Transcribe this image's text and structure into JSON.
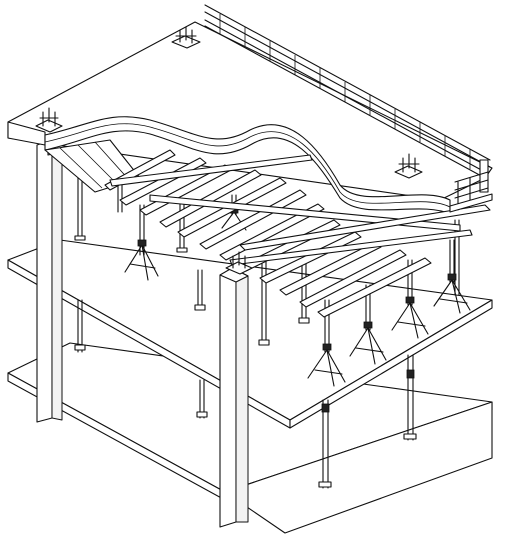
{
  "drawing": {
    "palette": {
      "line": "#111111",
      "background": "#ffffff",
      "shade": "#f2f2f2"
    },
    "components": [
      "top-slab",
      "curved-formwork-beam",
      "guard-rail",
      "middle-slab",
      "ground-slab",
      "column-front",
      "column-left",
      "column-back",
      "cross-beams",
      "shoring-props",
      "tripod-bases",
      "anchor-plates"
    ]
  }
}
